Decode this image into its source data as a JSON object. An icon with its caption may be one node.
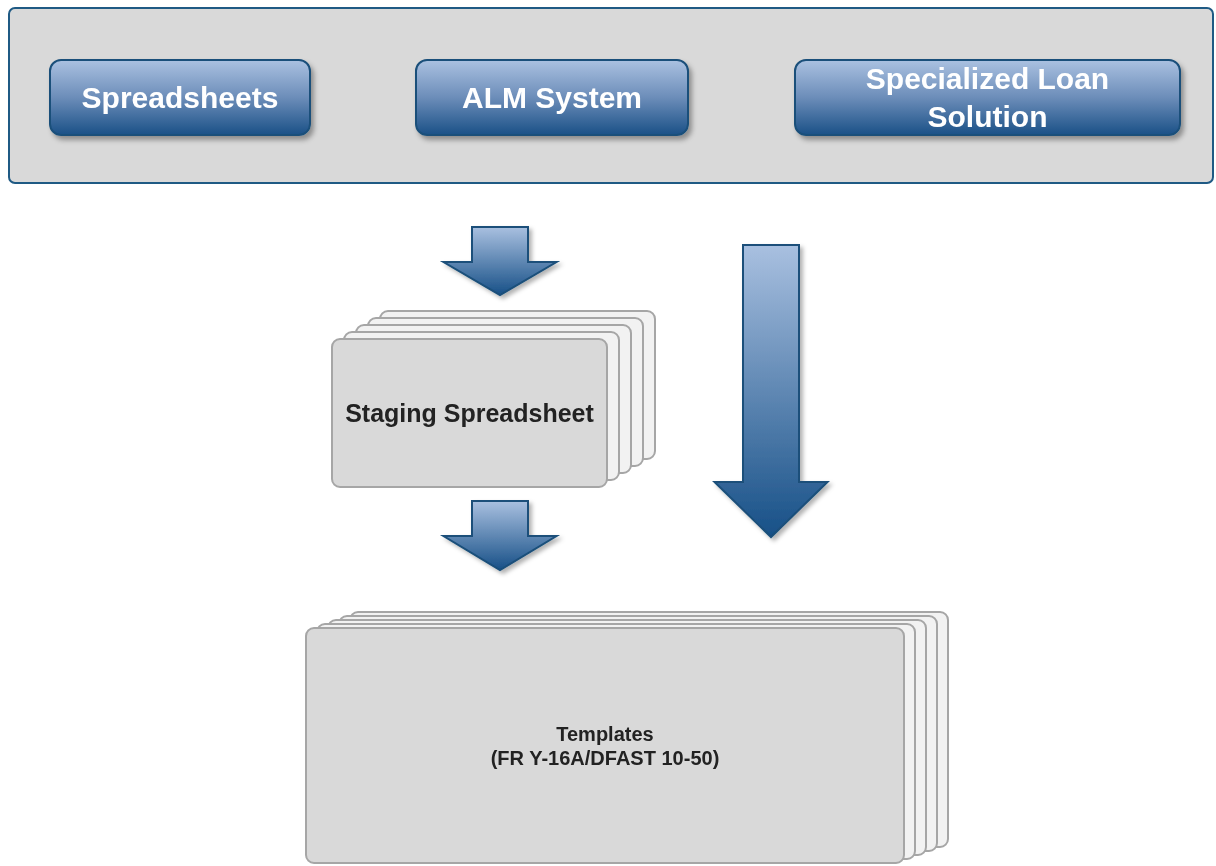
{
  "diagram": {
    "nodes": [
      {
        "text": [],
        "shape": "box"
      },
      {
        "text": [
          "Spreadsheets"
        ],
        "in": 0
      },
      {
        "text": [
          "ALM System"
        ],
        "in": 0
      },
      {
        "text": [
          "Specialized Loan Solution"
        ],
        "in": 0
      },
      {
        "text": [
          "Staging Spreadsheet"
        ]
      },
      {
        "text": [
          "Templates",
          "(FR Y-16A/DFAST 10-50)"
        ]
      }
    ],
    "edges": [
      {
        "from": 0,
        "to": 4,
        "arrow": "to"
      },
      {
        "from": 4,
        "to": 5,
        "arrow": "to"
      },
      {
        "from": 0,
        "to": 5,
        "arrow": "to"
      }
    ]
  }
}
